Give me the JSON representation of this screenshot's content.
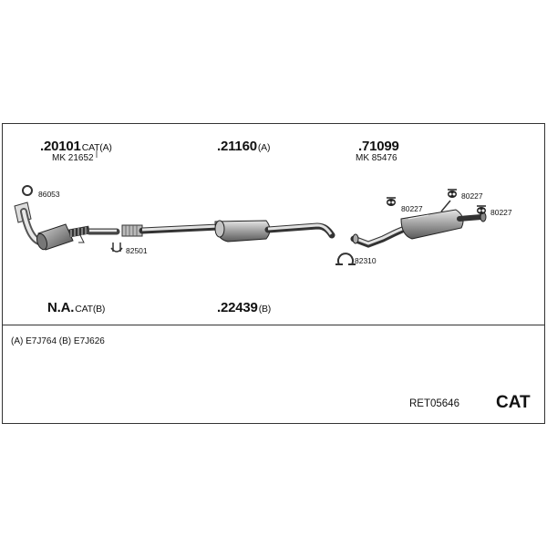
{
  "parts": {
    "cat_a": {
      "number": ".20101",
      "suffix": "CAT(A)",
      "kit": "MK 21652"
    },
    "mid": {
      "number": ".21160",
      "suffix": "(A)"
    },
    "rear": {
      "number": ".71099",
      "kit": "MK 85476"
    },
    "cat_b": {
      "number": "N.A.",
      "suffix": "CAT(B)"
    },
    "mid_b": {
      "number": ".22439",
      "suffix": "(B)"
    }
  },
  "fittings": {
    "seal": "86053",
    "clamp_front": "82501",
    "clamp_rear": "82310",
    "hanger_1": "80227",
    "hanger_2": "80227",
    "hanger_3": "80227"
  },
  "notes": "(A) E7J764 (B) E7J626",
  "ref_code": "RET05646",
  "system_type": "CAT"
}
